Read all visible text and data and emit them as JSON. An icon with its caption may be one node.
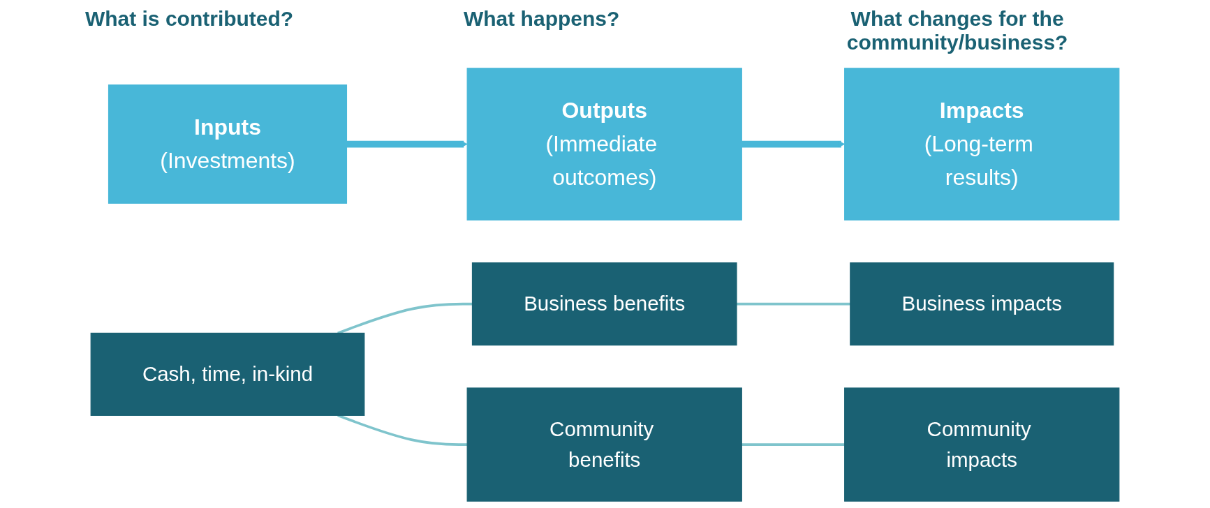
{
  "diagram": {
    "nodes": [
      {
        "text": [
          "Inputs",
          "(Investments)"
        ]
      },
      {
        "text": [
          "Outputs",
          "(Immediate outcomes)"
        ]
      },
      {
        "text": [
          "Impacts",
          "(Long-term results)"
        ]
      },
      {
        "text": [
          "Cash, time, in-kind"
        ]
      },
      {
        "text": [
          "Business benefits"
        ]
      },
      {
        "text": [
          "Community benefits"
        ]
      },
      {
        "text": [
          "Business impacts"
        ]
      },
      {
        "text": [
          "Community impacts"
        ]
      }
    ],
    "edges": [
      {
        "from": 0,
        "to": 1,
        "arrow": "to",
        "style": "thick",
        "color": "#48b7d8"
      },
      {
        "from": 1,
        "to": 2,
        "arrow": "to",
        "style": "thick",
        "color": "#48b7d8"
      },
      {
        "from": 3,
        "to": 4,
        "arrow": "none"
      },
      {
        "from": 3,
        "to": 5,
        "arrow": "none"
      },
      {
        "from": 4,
        "to": 6,
        "arrow": "none"
      },
      {
        "from": 5,
        "to": 7,
        "arrow": "none"
      }
    ],
    "labels": [
      "What is contributed?",
      "What happens?",
      "What changes for the community/business?"
    ]
  }
}
